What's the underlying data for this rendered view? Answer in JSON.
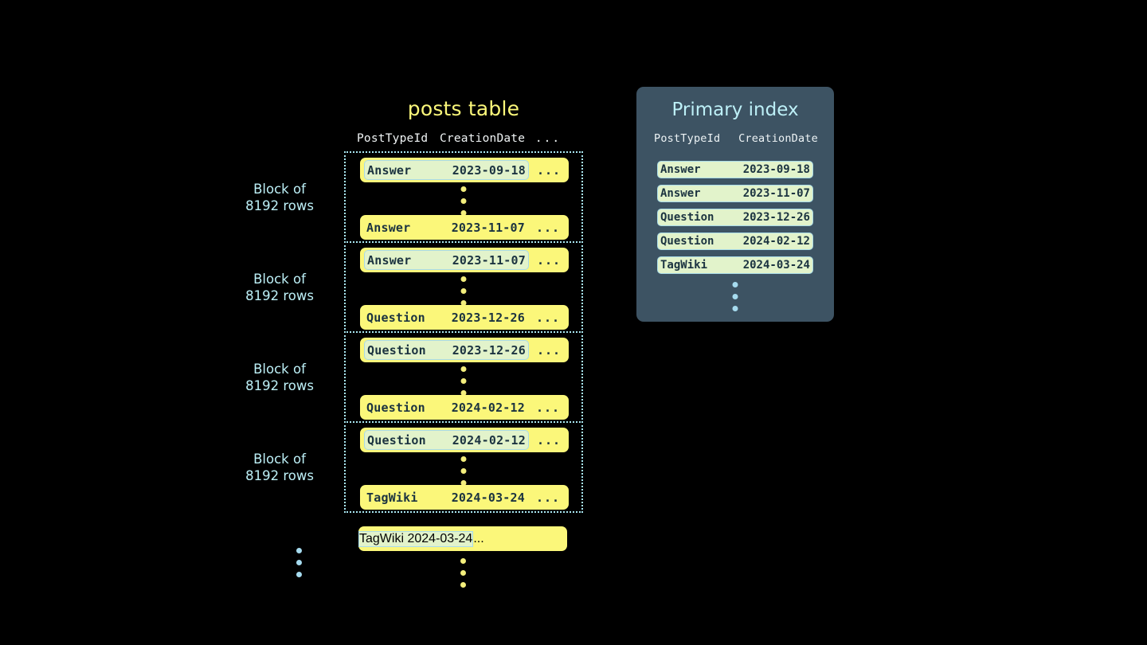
{
  "background_color": "#000000",
  "accent_colors": {
    "row_yellow": "#fbf77a",
    "highlight_green": "#e2f3cb",
    "cyan_text": "#bdf0f7",
    "panel_slate": "#3d5363",
    "dark_text": "#1b3340"
  },
  "posts_table": {
    "title": "posts table",
    "columns": {
      "post_type_id": "PostTypeId",
      "creation_date": "CreationDate",
      "more": "..."
    },
    "blocks": [
      {
        "label_line1": "Block of",
        "label_line2": "8192 rows",
        "first_row": {
          "post_type_id": "Answer",
          "creation_date": "2023-09-18",
          "more": "...",
          "highlighted": true
        },
        "last_row": {
          "post_type_id": "Answer",
          "creation_date": "2023-11-07",
          "more": "...",
          "highlighted": false
        }
      },
      {
        "label_line1": "Block of",
        "label_line2": "8192 rows",
        "first_row": {
          "post_type_id": "Answer",
          "creation_date": "2023-11-07",
          "more": "...",
          "highlighted": true
        },
        "last_row": {
          "post_type_id": "Question",
          "creation_date": "2023-12-26",
          "more": "...",
          "highlighted": false
        }
      },
      {
        "label_line1": "Block of",
        "label_line2": "8192 rows",
        "first_row": {
          "post_type_id": "Question",
          "creation_date": "2023-12-26",
          "more": "...",
          "highlighted": true
        },
        "last_row": {
          "post_type_id": "Question",
          "creation_date": "2024-02-12",
          "more": "...",
          "highlighted": false
        }
      },
      {
        "label_line1": "Block of",
        "label_line2": "8192 rows",
        "first_row": {
          "post_type_id": "Question",
          "creation_date": "2024-02-12",
          "more": "...",
          "highlighted": true
        },
        "last_row": {
          "post_type_id": "TagWiki",
          "creation_date": "2024-03-24",
          "more": "...",
          "highlighted": false
        }
      }
    ],
    "trailing_row": {
      "post_type_id": "TagWiki",
      "creation_date": "2024-03-24",
      "more": "...",
      "highlighted": true
    }
  },
  "primary_index": {
    "title": "Primary index",
    "columns": {
      "post_type_id": "PostTypeId",
      "creation_date": "CreationDate"
    },
    "rows": [
      {
        "post_type_id": "Answer",
        "creation_date": "2023-09-18"
      },
      {
        "post_type_id": "Answer",
        "creation_date": "2023-11-07"
      },
      {
        "post_type_id": "Question",
        "creation_date": "2023-12-26"
      },
      {
        "post_type_id": "Question",
        "creation_date": "2024-02-12"
      },
      {
        "post_type_id": "TagWiki",
        "creation_date": "2024-03-24"
      }
    ]
  }
}
